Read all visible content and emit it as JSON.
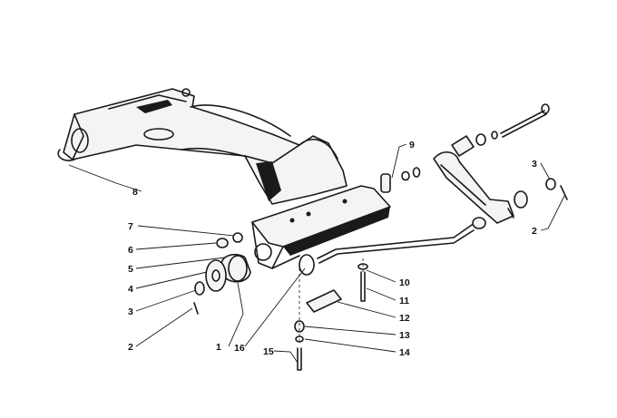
{
  "callouts": [
    {
      "label": "1"
    },
    {
      "label": "2"
    },
    {
      "label": "2"
    },
    {
      "label": "3"
    },
    {
      "label": "3"
    },
    {
      "label": "4"
    },
    {
      "label": "5"
    },
    {
      "label": "6"
    },
    {
      "label": "7"
    },
    {
      "label": "8"
    },
    {
      "label": "9"
    },
    {
      "label": "10"
    },
    {
      "label": "11"
    },
    {
      "label": "12"
    },
    {
      "label": "13"
    },
    {
      "label": "14"
    },
    {
      "label": "15"
    },
    {
      "label": "16"
    }
  ]
}
